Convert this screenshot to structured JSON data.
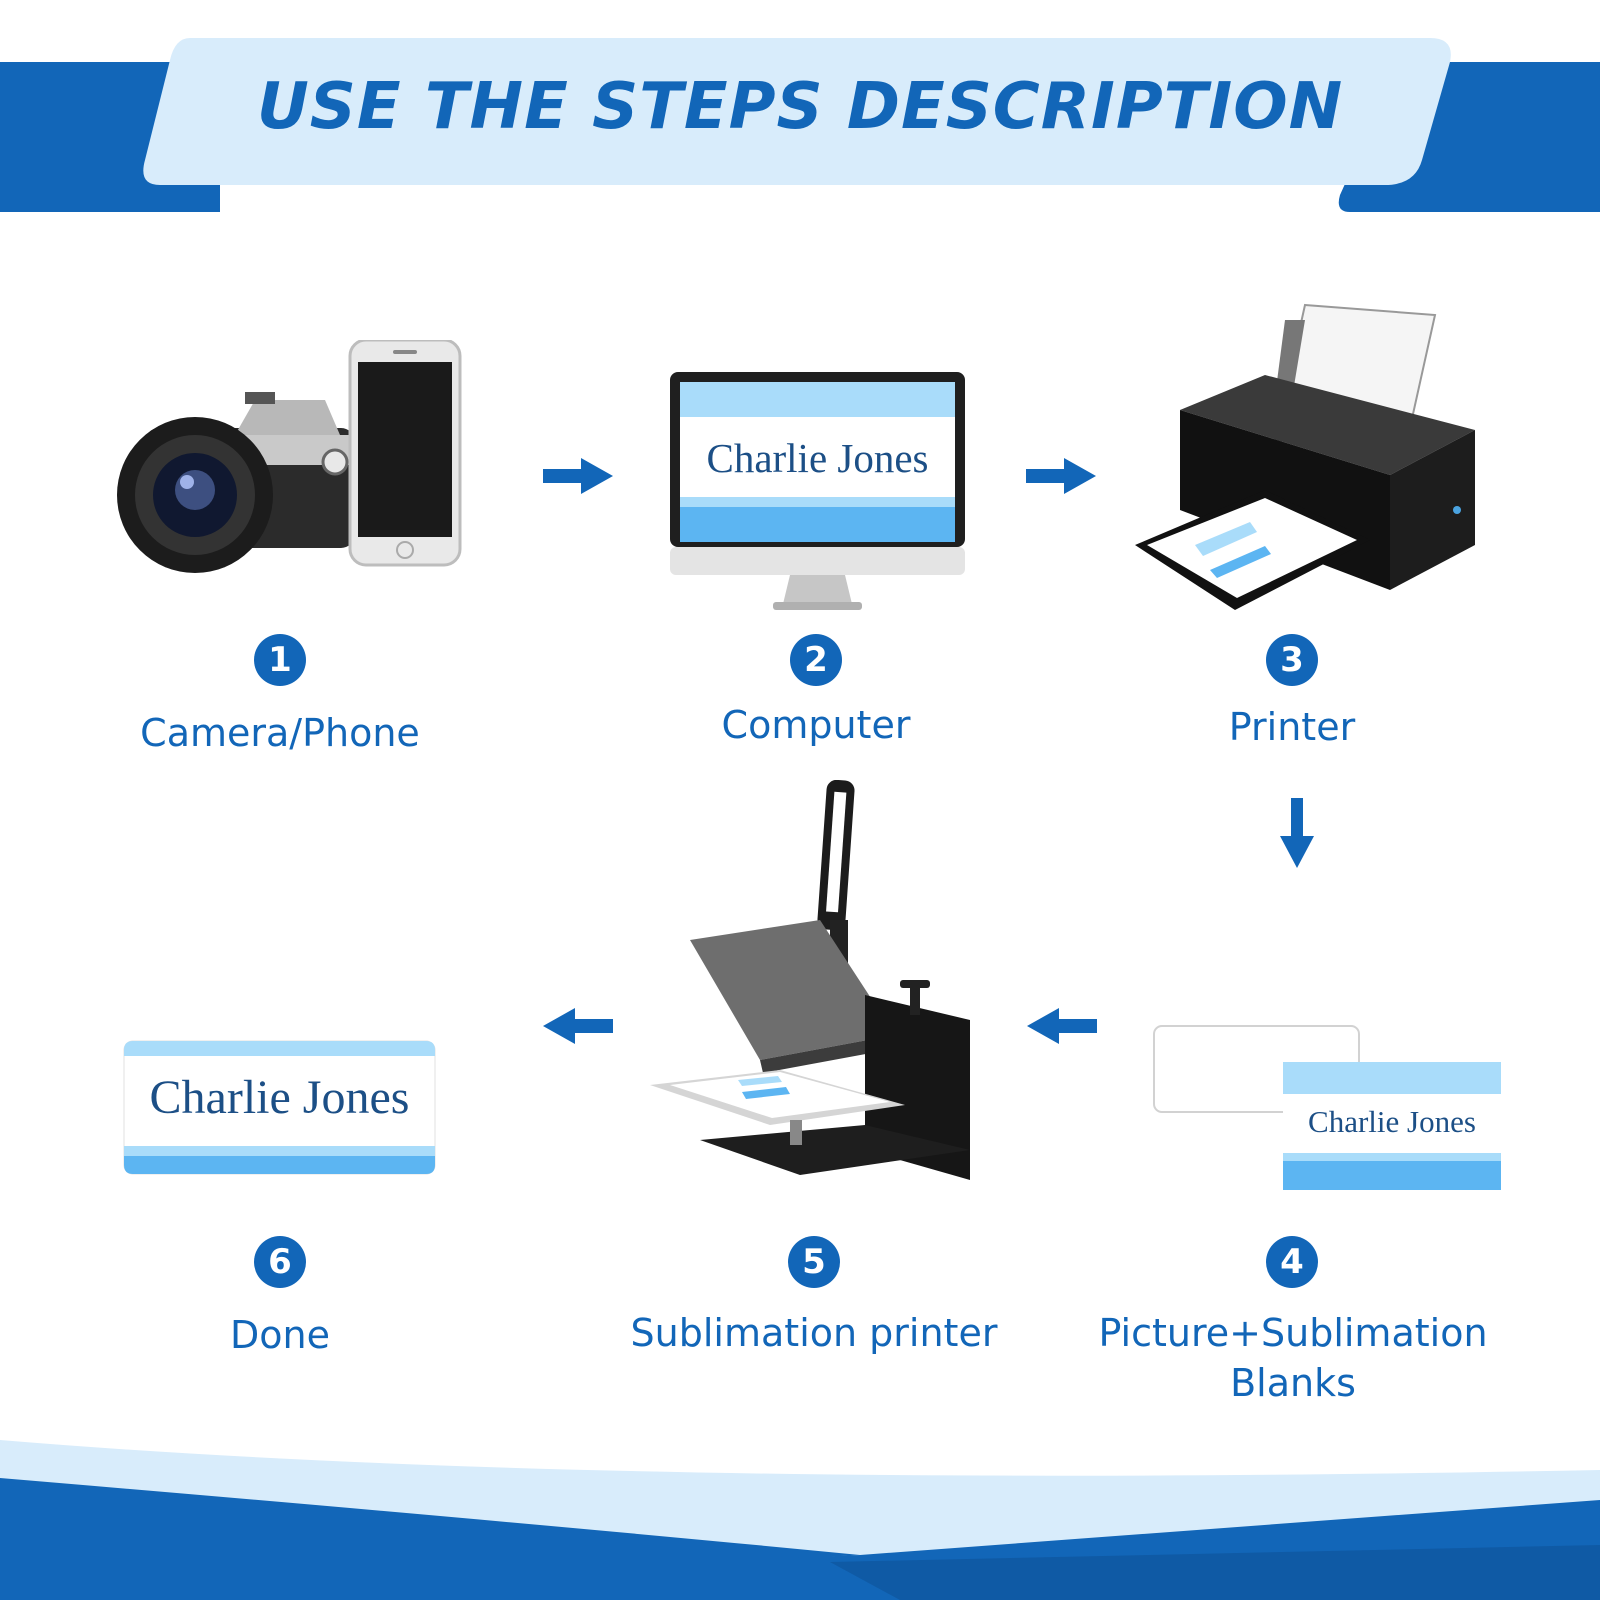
{
  "title": "USE THE STEPS DESCRIPTION",
  "colors": {
    "brand_blue": "#1266b8",
    "banner_light": "#d8ecfb",
    "card_light_blue": "#a9dcfa",
    "card_mid_blue": "#5cb5f2",
    "name_text": "#1c4f86"
  },
  "steps": [
    {
      "number": "1",
      "label": "Camera/Phone",
      "icon": "camera-phone-icon"
    },
    {
      "number": "2",
      "label": "Computer",
      "icon": "computer-monitor-icon"
    },
    {
      "number": "3",
      "label": "Printer",
      "icon": "printer-icon"
    },
    {
      "number": "4",
      "label_line1": "Picture+Sublimation",
      "label_line2": "Blanks",
      "icon": "blank-cards-icon"
    },
    {
      "number": "5",
      "label": "Sublimation printer",
      "icon": "heat-press-icon"
    },
    {
      "number": "6",
      "label": "Done",
      "icon": "finished-name-card-icon"
    }
  ],
  "name_card_text": "Charlie Jones"
}
